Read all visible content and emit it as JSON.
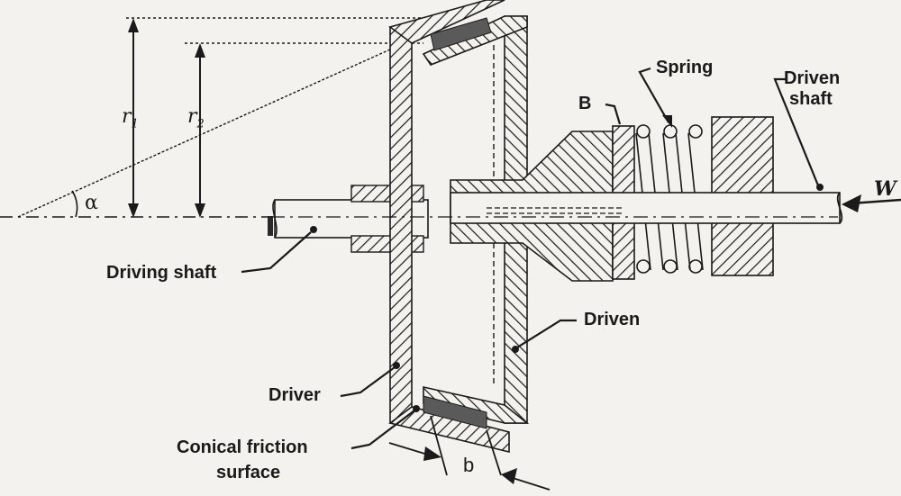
{
  "labels": {
    "r1": "r",
    "r1_sub": "1",
    "r2": "r",
    "r2_sub": "2",
    "alpha": "α",
    "spring": "Spring",
    "b_mark": "B",
    "driven_shaft_line1": "Driven",
    "driven_shaft_line2": "shaft",
    "w": "W",
    "driving_shaft": "Driving shaft",
    "driven": "Driven",
    "driver": "Driver",
    "friction_line1": "Conical friction",
    "friction_line2": "surface",
    "width_b": "b"
  },
  "colors": {
    "ink": "#1a1a1a",
    "paper": "#f4f2ee",
    "friction_pad": "#5a5a5a"
  }
}
